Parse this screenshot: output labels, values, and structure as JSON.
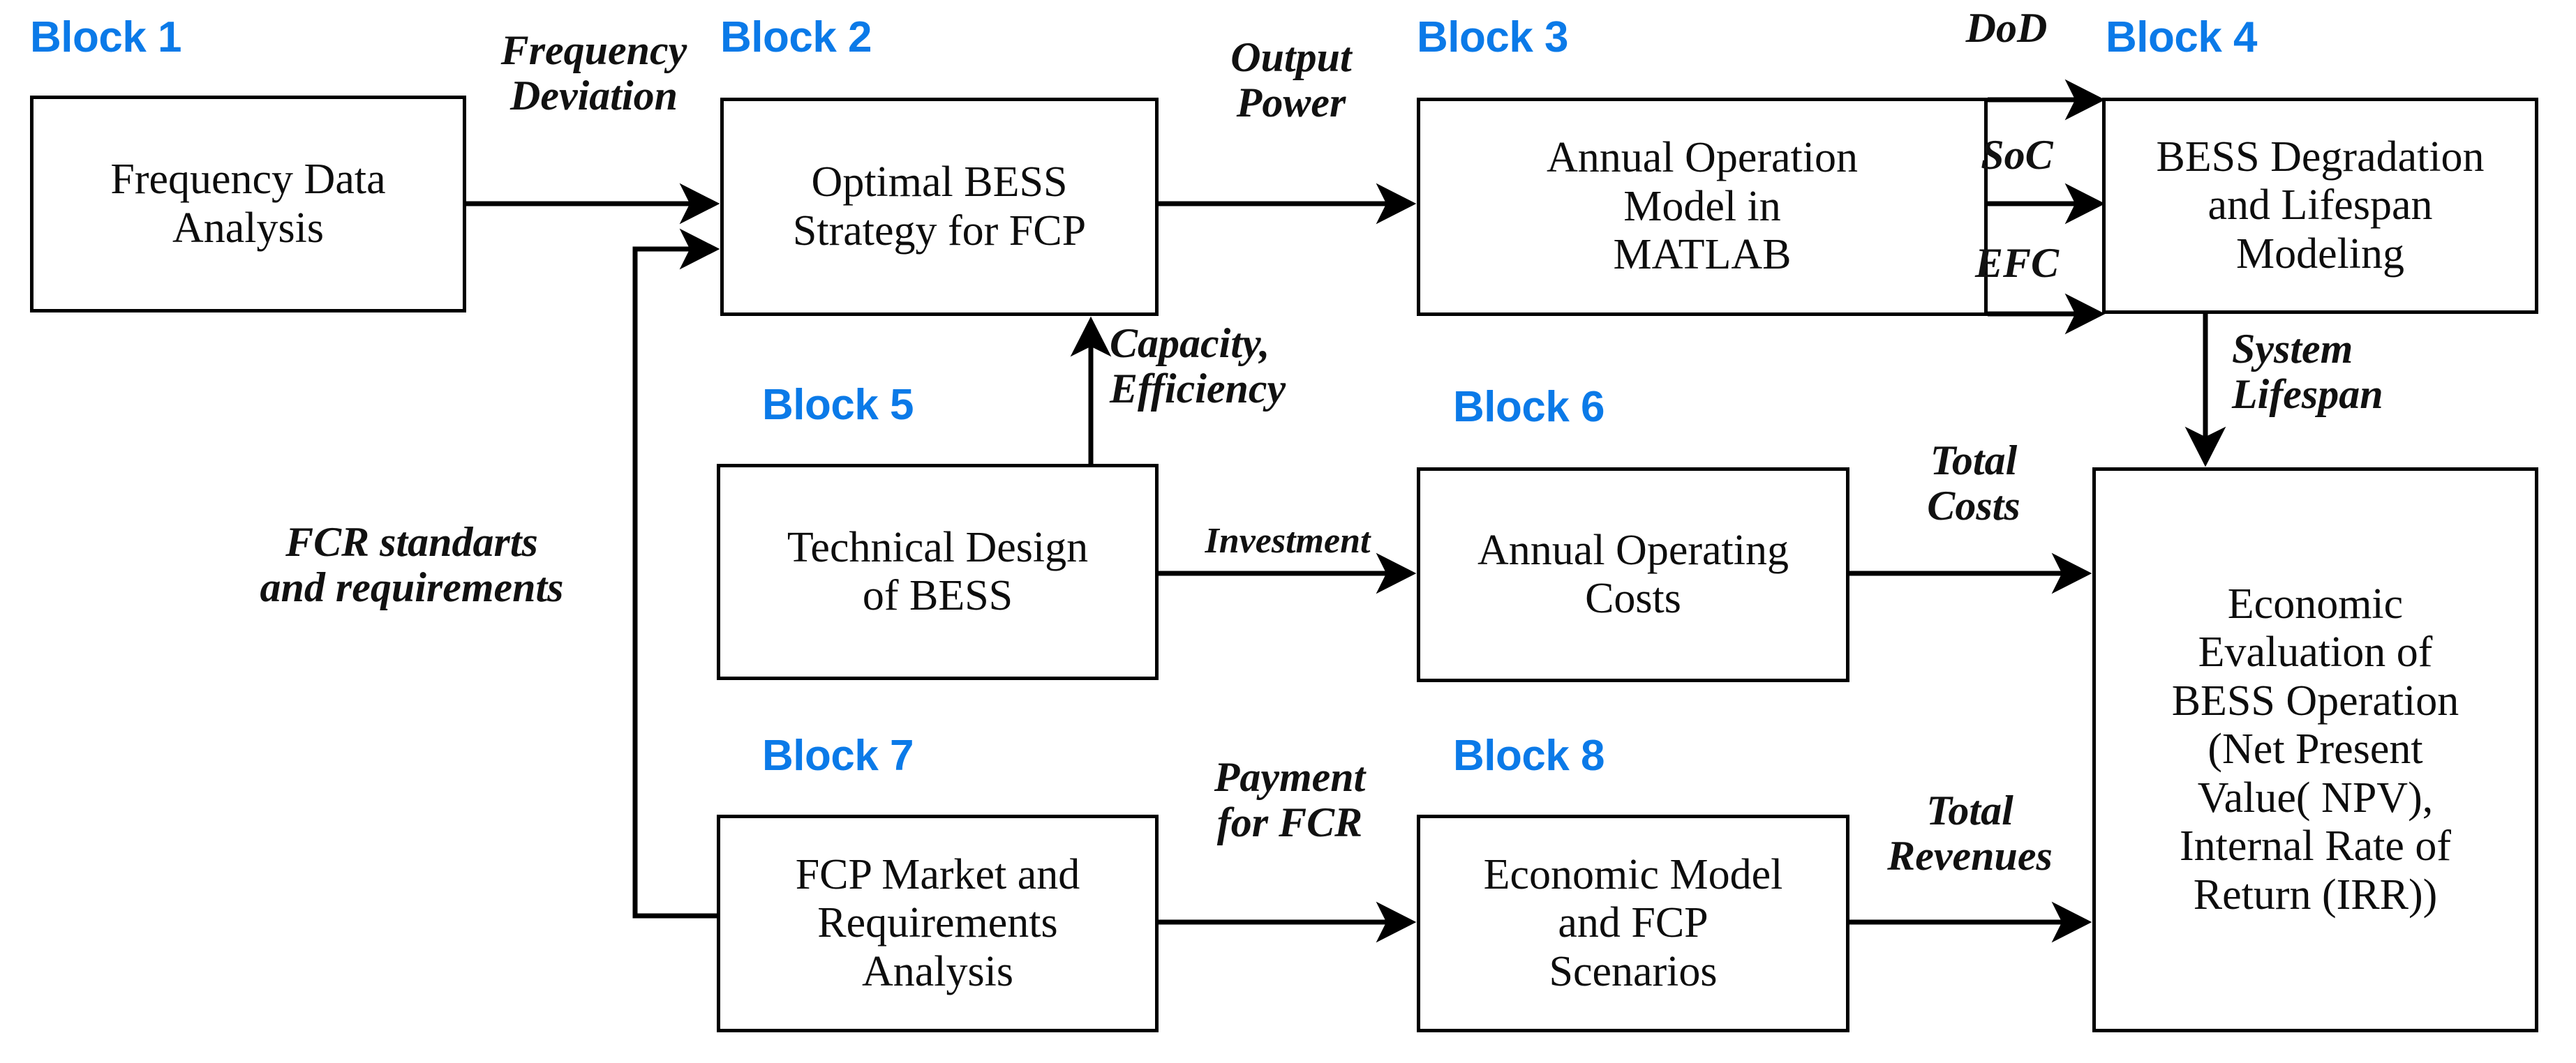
{
  "diagram": {
    "title": "BESS FCP Research Methodology Flowchart",
    "tag_color": "#0b7ae8",
    "line_color": "#000000",
    "blocks": [
      {
        "tag": "Block 1",
        "text": "Frequency Data\nAnalysis"
      },
      {
        "tag": "Block 2",
        "text": "Optimal BESS\nStrategy for FCP"
      },
      {
        "tag": "Block 3",
        "text": "Annual Operation\nModel in\nMATLAB"
      },
      {
        "tag": "Block 4",
        "text": "BESS Degradation\nand Lifespan\nModeling"
      },
      {
        "tag": "Block 5",
        "text": "Technical Design\nof BESS"
      },
      {
        "tag": "Block 6",
        "text": "Annual Operating\nCosts"
      },
      {
        "tag": "Block 7",
        "text": "FCP Market and\nRequirements\nAnalysis"
      },
      {
        "tag": "Block 8",
        "text": "Economic Model\nand FCP\nScenarios"
      },
      {
        "tag": "",
        "text": "Economic\nEvaluation of\nBESS Operation\n(Net Present\nValue( NPV),\nInternal Rate of\nReturn (IRR))"
      }
    ],
    "edge_labels": {
      "frequency_deviation": "Frequency\nDeviation",
      "output_power": "Output\nPower",
      "dod": "DoD",
      "soc": "SoC",
      "efc": "EFC",
      "system_lifespan": "System\nLifespan",
      "capacity_efficiency": "Capacity,\nEfficiency",
      "fcr_standards": "FCR standarts\nand requirements",
      "investment": "Investment",
      "total_costs": "Total\nCosts",
      "payment_for_fcr": "Payment\nfor FCR",
      "total_revenues": "Total\nRevenues"
    }
  }
}
